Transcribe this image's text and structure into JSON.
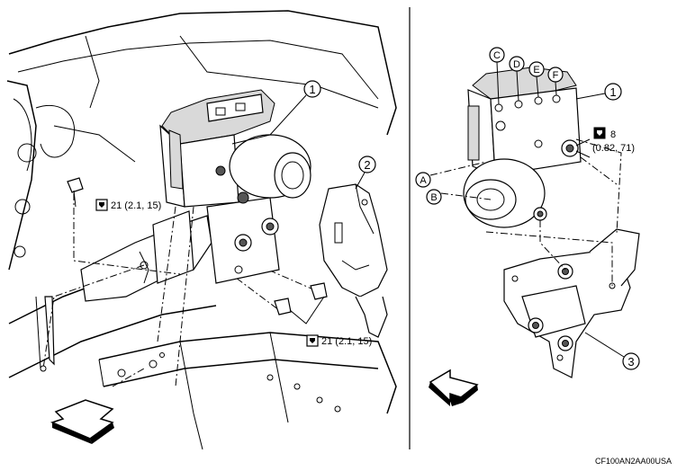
{
  "callouts": {
    "left_part_1": "1",
    "left_part_2": "2",
    "right_part_1": "1",
    "right_part_3": "3",
    "port_c": "C",
    "port_d": "D",
    "port_e": "E",
    "port_f": "F",
    "point_a": "A",
    "point_b": "B"
  },
  "torque": {
    "left_upper": "21 (2.1, 15)",
    "left_lower": "21 (2.1, 15)",
    "right_value": "8",
    "right_units": "(0.82, 71)"
  },
  "figure_code": "CF100AN2AA00USA"
}
